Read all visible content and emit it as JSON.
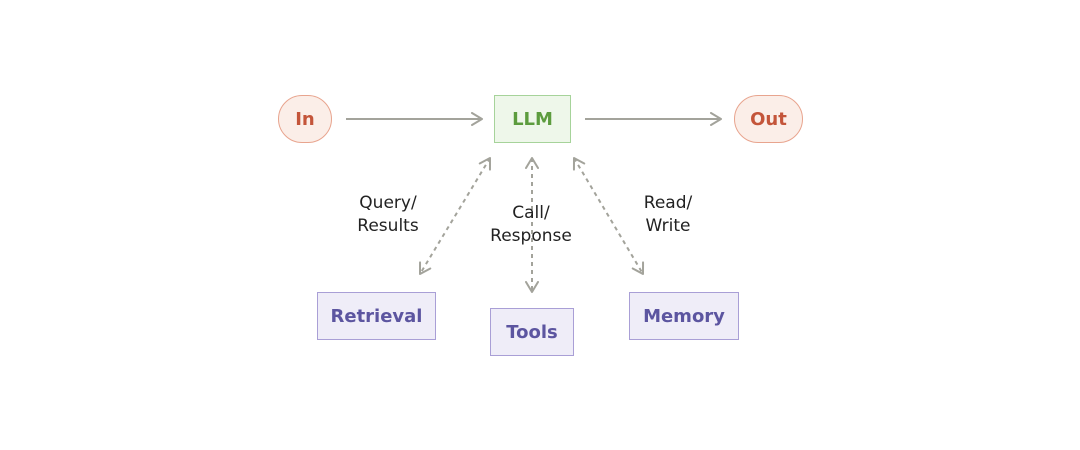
{
  "nodes": {
    "in": "In",
    "llm": "LLM",
    "out": "Out",
    "retrieval": "Retrieval",
    "tools": "Tools",
    "memory": "Memory"
  },
  "edge_labels": {
    "retrieval": [
      "Query/",
      "Results"
    ],
    "tools": [
      "Call/",
      "Response"
    ],
    "memory": [
      "Read/",
      "Write"
    ]
  },
  "colors": {
    "arrow": "#a3a39b",
    "io_border": "#e8a48e",
    "io_fill": "#fbeee8",
    "io_text": "#c4553a",
    "llm_border": "#a6d39a",
    "llm_fill": "#eef7ea",
    "llm_text": "#5c9c3e",
    "tool_border": "#a99fd6",
    "tool_fill": "#efedf8",
    "tool_text": "#5c55a0"
  }
}
